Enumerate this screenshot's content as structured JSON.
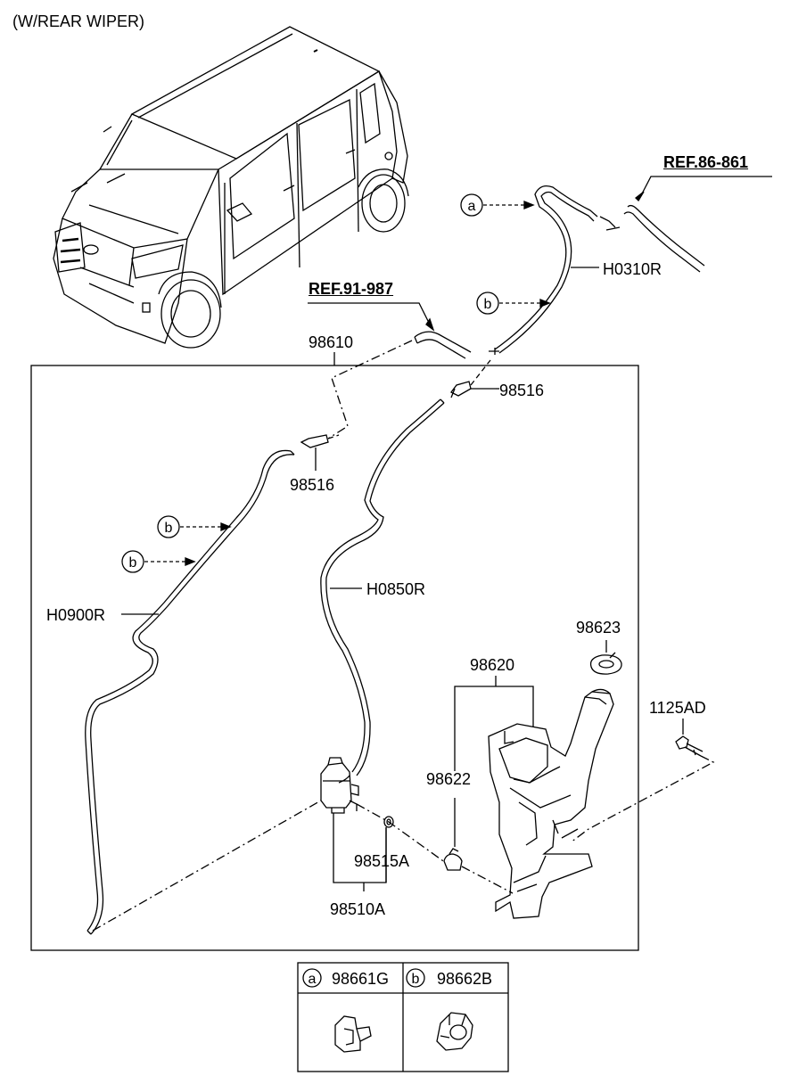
{
  "header": {
    "title": "(W/REAR WIPER)"
  },
  "refs": {
    "ref_86": "REF.86-861",
    "ref_91": "REF.91-987"
  },
  "parts": {
    "hose_h0310r": "H0310R",
    "hose_h0900r": "H0900R",
    "hose_h0850r": "H0850R",
    "hose_98610": "98610",
    "nozzle_a": "98516",
    "nozzle_b": "98516",
    "reservoir": "98620",
    "cap": "98623",
    "strainer": "98622",
    "bolt": "1125AD",
    "grommet": "98515A",
    "pump": "98510A"
  },
  "callouts": {
    "a": "a",
    "b": "b"
  },
  "legend": {
    "items": [
      {
        "letter": "a",
        "part": "98661G"
      },
      {
        "letter": "b",
        "part": "98662B"
      }
    ]
  }
}
